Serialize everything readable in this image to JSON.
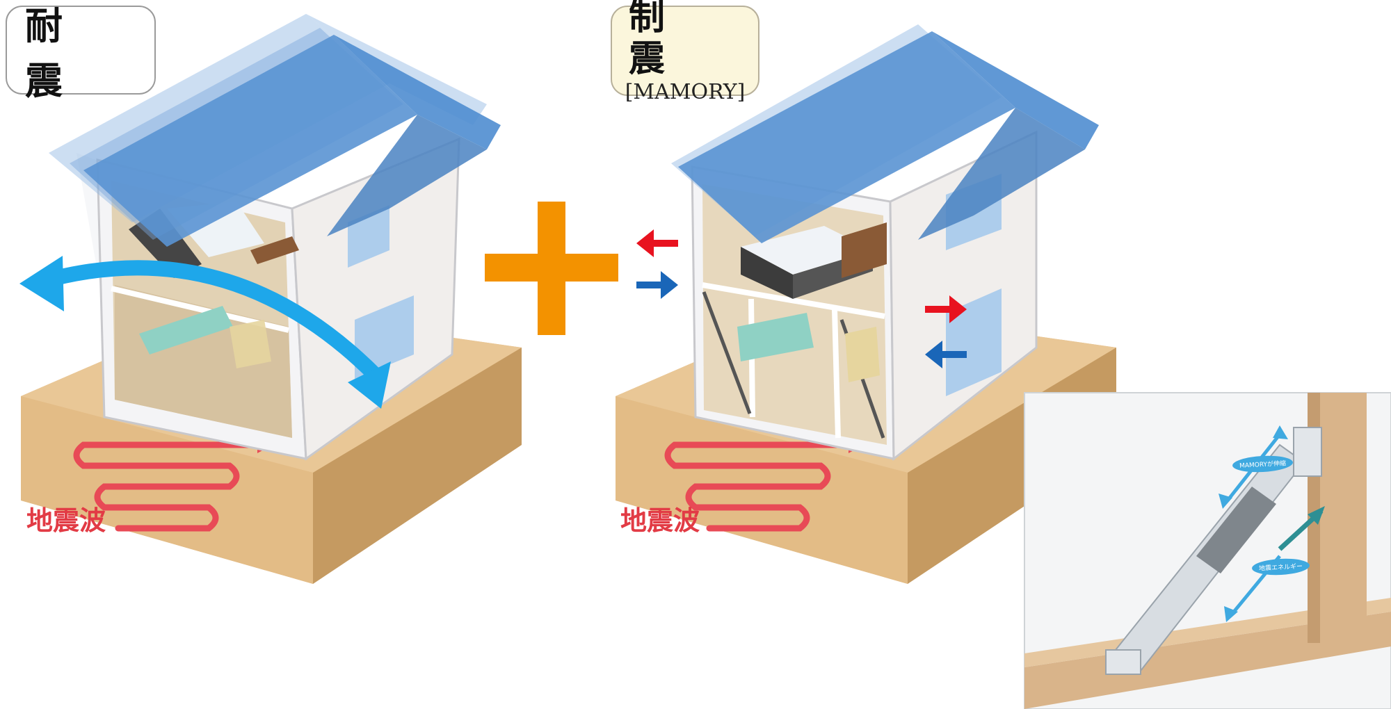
{
  "labels": {
    "left_title": "耐　震",
    "right_title": "制　震",
    "right_subtitle": "[MAMORY]"
  },
  "wave_label_left": "地震波",
  "wave_label_right": "地震波",
  "inset_callouts": {
    "top": "MAMORYが伸縮",
    "bottom": "地震エネルギー"
  },
  "colors": {
    "roof_blue": "#4f8dd0",
    "ground": "#e5bf8c",
    "ground_side": "#c9a06a",
    "wave_red": "#e84a56",
    "sway_arrow": "#1ea7ea",
    "plus_orange": "#f39200",
    "arrow_red": "#e8121f",
    "arrow_blue": "#1a66b8",
    "wood": "#d9b48a"
  },
  "icons": [
    "plus-icon",
    "sway-arrow-icon",
    "red-arrow-icon",
    "blue-arrow-icon",
    "damper-icon"
  ]
}
